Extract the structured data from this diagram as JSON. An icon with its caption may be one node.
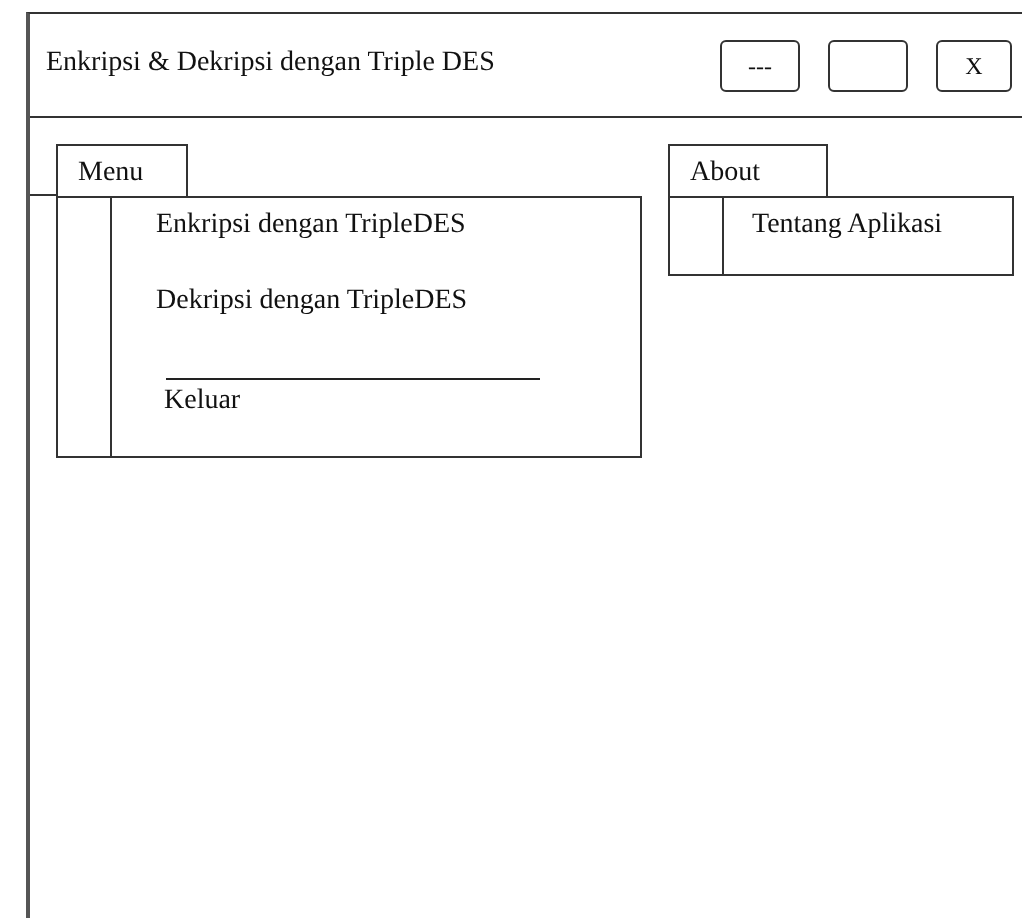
{
  "diagram": {
    "nodes": [
      {
        "text": [
          "Enkripsi & Dekripsi dengan Triple DES"
        ]
      },
      {
        "text": [
          "---"
        ],
        "in": 0
      },
      {
        "text": [],
        "shape": "box",
        "in": 0
      },
      {
        "text": [
          "X"
        ],
        "in": 0
      },
      {
        "text": [
          "Menu"
        ],
        "in": 0
      },
      {
        "text": [
          "Enkripsi dengan TripleDES",
          "Dekripsi dengan TripleDES",
          "Keluar"
        ],
        "in": 0
      },
      {
        "text": [
          "About"
        ],
        "in": 0
      },
      {
        "text": [
          "Tentang Aplikasi"
        ],
        "in": 0
      }
    ]
  }
}
